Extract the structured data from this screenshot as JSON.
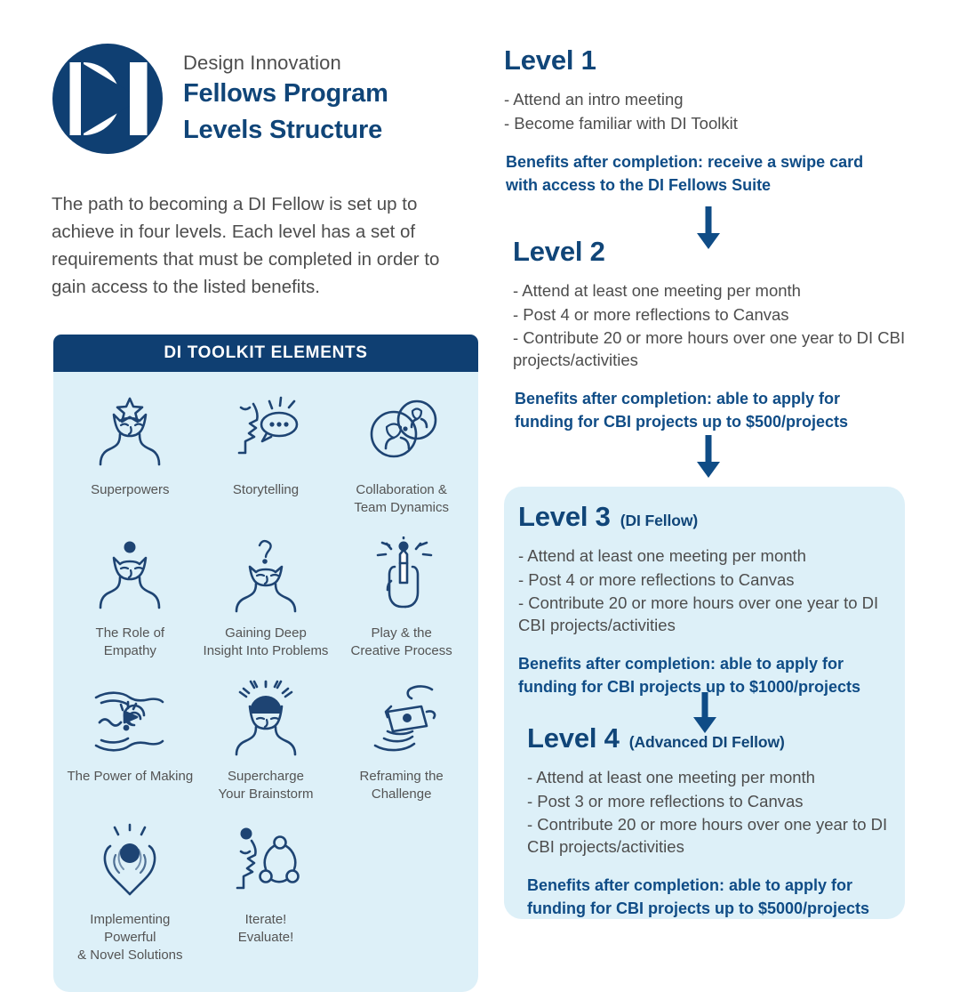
{
  "brand": {
    "logo_icon": "di-monogram-logo",
    "eyebrow": "Design Innovation",
    "title_line1": "Fellows Program",
    "title_line2": "Levels Structure"
  },
  "intro": {
    "text": "The path to becoming a DI Fellow is set up to achieve in four levels. Each level has a set of requirements that must be completed in order to gain access to the listed benefits."
  },
  "toolkit": {
    "header": "DI TOOLKIT ELEMENTS",
    "items": [
      {
        "icon": "superpowers-crown-head-icon",
        "label": "Superpowers"
      },
      {
        "icon": "storytelling-speech-bubble-icon",
        "label": "Storytelling"
      },
      {
        "icon": "collaboration-overlapping-circles-icon",
        "label_line1": "Collaboration &",
        "label_line2": "Team Dynamics"
      },
      {
        "icon": "empathy-head-icon",
        "label_line1": "The Role of",
        "label_line2": "Empathy"
      },
      {
        "icon": "deep-insight-question-mark-head-icon",
        "label_line1": "Gaining Deep",
        "label_line2": "Insight Into Problems"
      },
      {
        "icon": "play-creative-hand-pen-icon",
        "label_line1": "Play & the",
        "label_line2": "Creative Process"
      },
      {
        "icon": "power-of-making-hands-icon",
        "label": "The Power of Making"
      },
      {
        "icon": "supercharge-brainstorm-head-icon",
        "label_line1": "Supercharge",
        "label_line2": "Your Brainstorm"
      },
      {
        "icon": "reframing-challenge-frame-icon",
        "label_line1": "Reframing the",
        "label_line2": "Challenge"
      },
      {
        "icon": "implementing-solutions-hands-icon",
        "label_line1": "Implementing Powerful",
        "label_line2": "& Novel Solutions"
      },
      {
        "icon": "iterate-evaluate-cycle-icon",
        "label_line1": "Iterate!",
        "label_line2": "Evaluate!"
      }
    ]
  },
  "levels": [
    {
      "title": "Level 1",
      "subtitle": "",
      "requirements": [
        "- Attend an intro meeting",
        "- Become familiar with DI Toolkit"
      ],
      "benefit_line1": "Benefits after completion: receive a swipe card",
      "benefit_line2": "with access to the DI Fellows Suite"
    },
    {
      "title": "Level 2",
      "subtitle": "",
      "requirements": [
        "- Attend at least one meeting per month",
        "- Post 4 or more reflections to Canvas",
        "- Contribute 20 or more hours over one year to DI CBI projects/activities"
      ],
      "benefit_line1": "Benefits after completion: able to apply for",
      "benefit_line2": "funding for CBI projects up to $500/projects"
    },
    {
      "title": "Level 3",
      "subtitle": "(DI Fellow)",
      "requirements": [
        "- Attend at least one meeting per month",
        "- Post 4 or more reflections to Canvas",
        "- Contribute 20 or more hours over one year to DI CBI projects/activities"
      ],
      "benefit_line1": "Benefits after completion: able to apply for",
      "benefit_line2": "funding for CBI projects up to $1000/projects"
    },
    {
      "title": "Level 4",
      "subtitle": "(Advanced DI Fellow)",
      "requirements": [
        "- Attend at least one meeting per month",
        "- Post 3 or more reflections to Canvas",
        "- Contribute 20 or more hours over one year to DI CBI projects/activities"
      ],
      "benefit_line1": "Benefits after completion: able to apply for",
      "benefit_line2": "funding for CBI projects up to $5000/projects"
    }
  ],
  "arrows": {
    "icon": "down-arrow-icon",
    "count": 3
  },
  "colors": {
    "navy": "#0f3f72",
    "heading_blue": "#104578",
    "benefit_blue": "#0f4c86",
    "light_blue": "#ddf0f8",
    "body_gray": "#4d4d4d",
    "white": "#ffffff"
  }
}
